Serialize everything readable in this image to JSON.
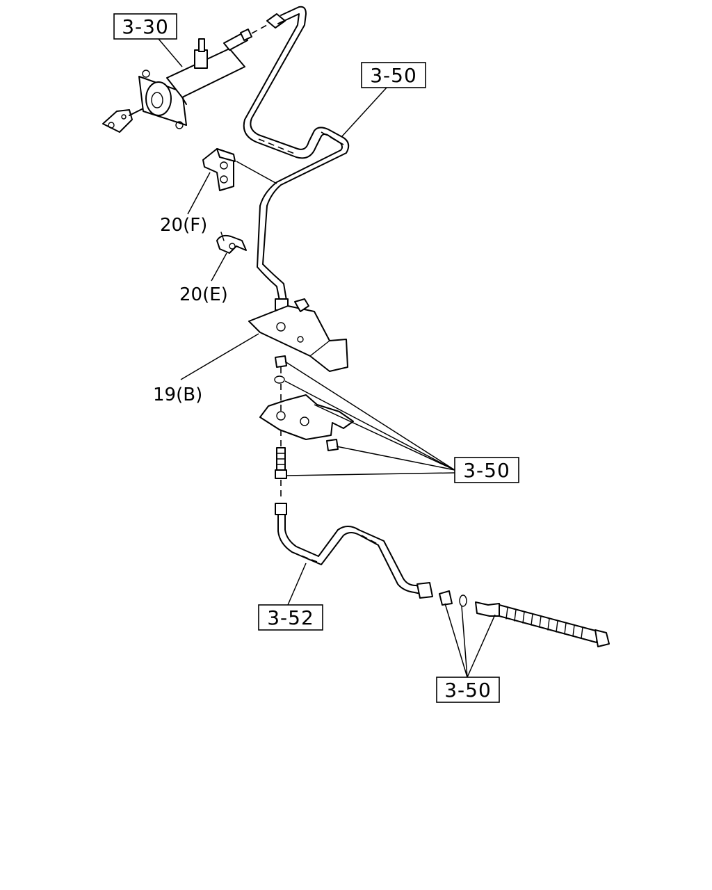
{
  "references": {
    "master_cylinder": "3-30",
    "pipe_upper": "3-50",
    "fittings": "3-50",
    "pipe_lower": "3-52",
    "hose_fittings": "3-50"
  },
  "callouts": {
    "clip_f": "20(F)",
    "clip_e": "20(E)",
    "bracket_b": "19(B)"
  }
}
